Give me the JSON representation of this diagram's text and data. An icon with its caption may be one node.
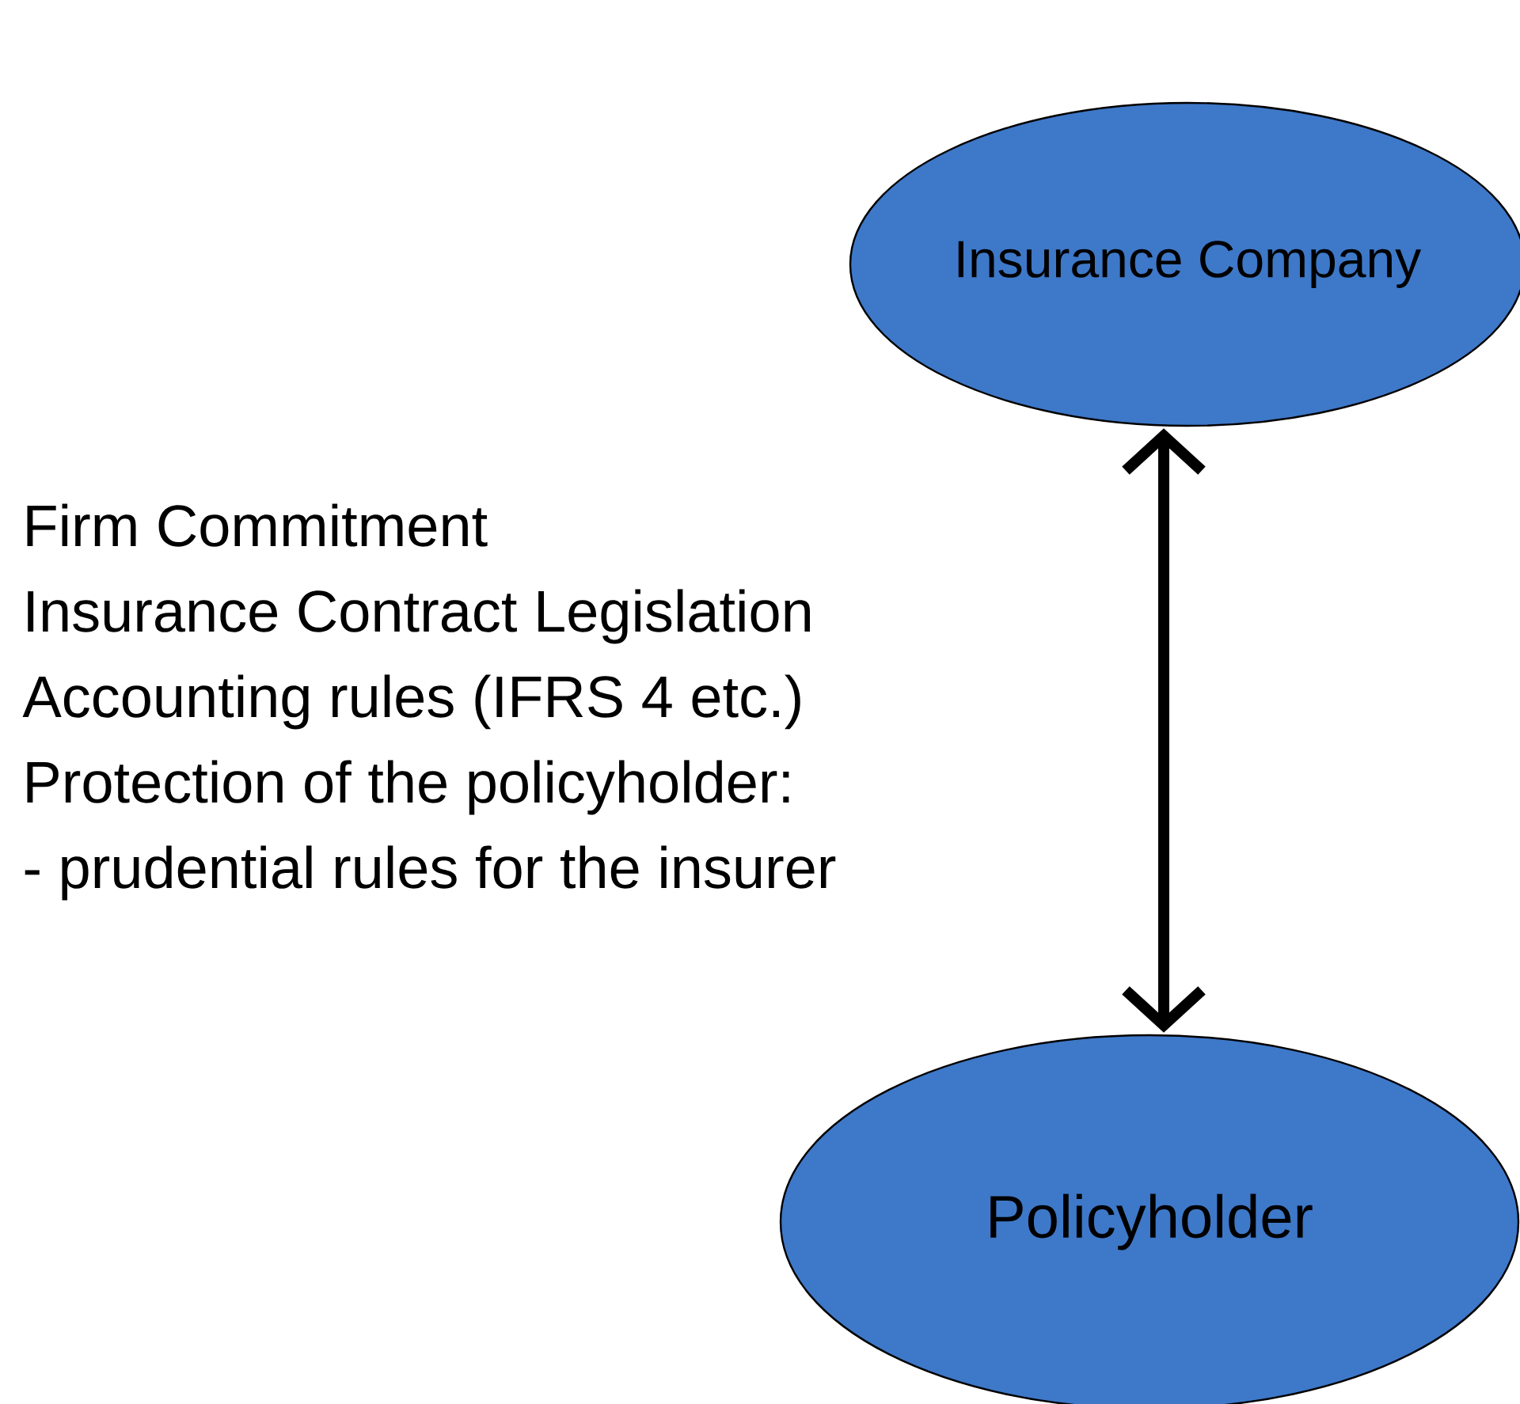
{
  "diagram": {
    "nodes": [
      {
        "text": [
          "Insurance Company"
        ]
      },
      {
        "text": [
          "Policyholder"
        ]
      }
    ],
    "edges": [
      {
        "from": 0,
        "to": 1,
        "arrow": "both"
      }
    ],
    "labels": [
      "Firm Commitment",
      "Insurance Contract Legislation",
      "Accounting rules (IFRS 4 etc.)",
      "Protection of the policyholder:",
      "- prudential rules for the insurer"
    ]
  }
}
